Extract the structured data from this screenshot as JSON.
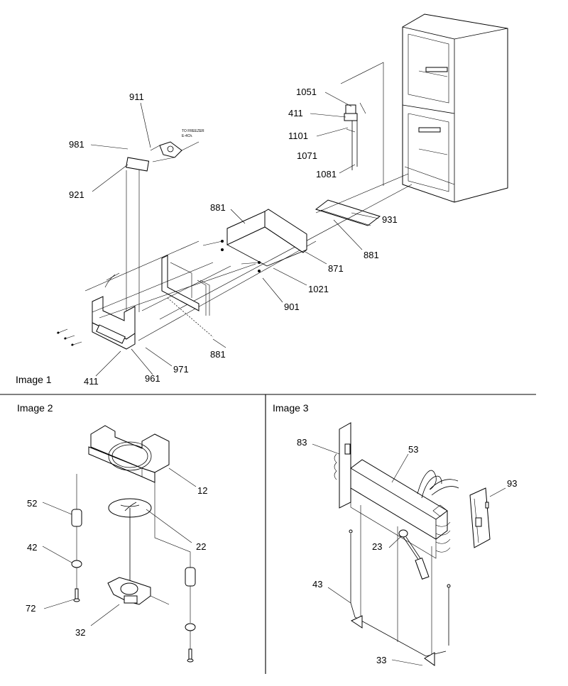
{
  "panels": {
    "image1": {
      "caption": "Image 1",
      "note_line1": "TO FREEZER",
      "note_line2": "E-4Ch.",
      "labels": [
        "911",
        "981",
        "921",
        "1051",
        "411",
        "1101",
        "1071",
        "1081",
        "881",
        "931",
        "881",
        "871",
        "1021",
        "901",
        "881",
        "971",
        "961",
        "411"
      ]
    },
    "image2": {
      "caption": "Image 2",
      "labels": [
        "12",
        "52",
        "22",
        "42",
        "72",
        "32"
      ]
    },
    "image3": {
      "caption": "Image 3",
      "labels": [
        "83",
        "53",
        "93",
        "23",
        "43",
        "33"
      ]
    }
  }
}
